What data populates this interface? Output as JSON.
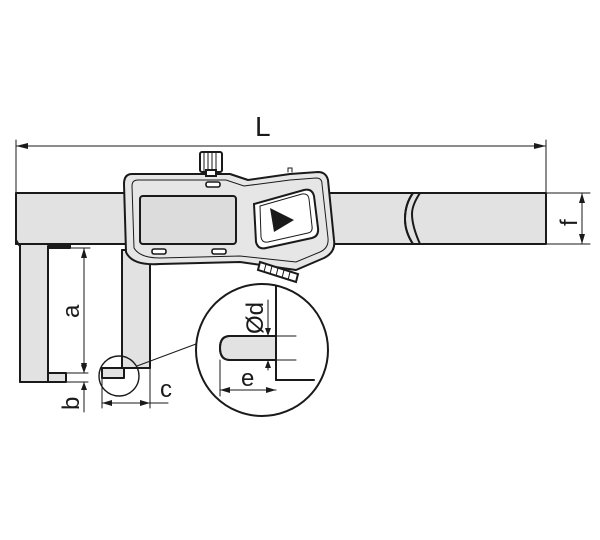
{
  "labels": {
    "length": "L",
    "height": "f",
    "jaw_depth": "a",
    "tip_thickness": "b",
    "jaw_gap": "c",
    "tip_diameter": "Ød",
    "tip_length": "e"
  }
}
